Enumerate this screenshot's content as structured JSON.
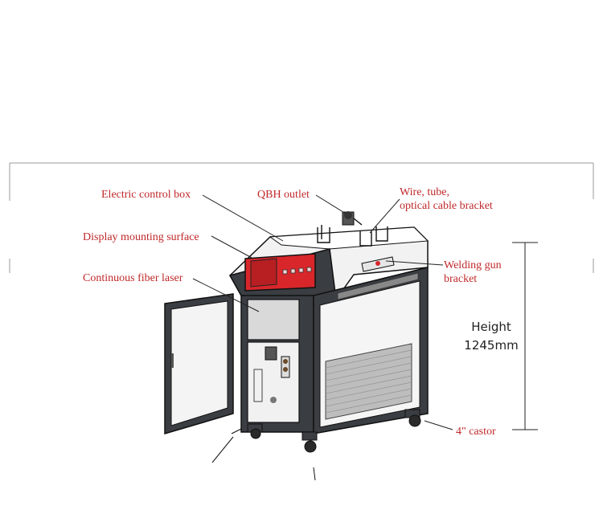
{
  "labels": {
    "electric_control_box": "Electric control box",
    "qbh_outlet": "QBH outlet",
    "wire_tube_line1": "Wire, tube,",
    "wire_tube_line2": "optical cable bracket",
    "display_mounting_surface": "Display mounting surface",
    "continuous_fiber_laser": "Continuous fiber laser",
    "welding_gun_line1": "Welding gun",
    "welding_gun_line2": "bracket",
    "castor": "4\" castor"
  },
  "dimension": {
    "title": "Height",
    "value": "1245mm"
  },
  "colors": {
    "label_red": "#c0282a",
    "body_dark": "#3a3d42",
    "panel_red": "#d8262b",
    "panel_light": "#f4f4f4",
    "line": "#111111"
  }
}
